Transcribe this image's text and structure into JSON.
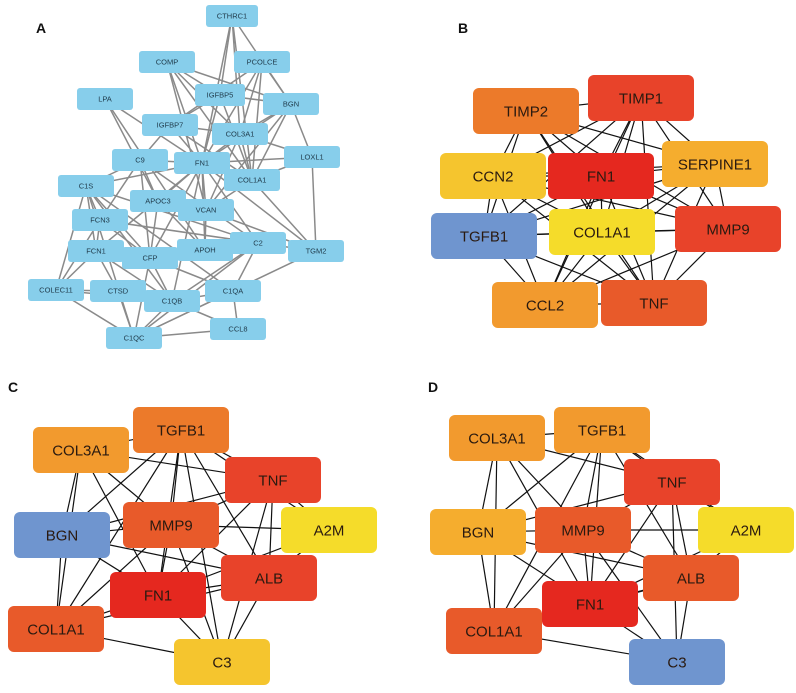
{
  "colors": {
    "panel_a_node": "#87ceeb",
    "panel_a_edge": "#8a8a8a",
    "edge_dark": "#111111",
    "rank_red": "#e5281f",
    "rank_redorange": "#e8432a",
    "rank_orangered": "#e85a2a",
    "rank_orange": "#ec7a2a",
    "rank_amber": "#f29a2e",
    "rank_lightamber": "#f5ad2e",
    "rank_gold": "#f5c52e",
    "rank_yellow": "#f5dc2a",
    "rank_blue": "#6f95cf"
  },
  "panels": [
    {
      "letter": "A",
      "nodes": [
        {
          "id": "CTHRC1",
          "label": "CTHRC1"
        },
        {
          "id": "COMP",
          "label": "COMP"
        },
        {
          "id": "PCOLCE",
          "label": "PCOLCE"
        },
        {
          "id": "LPA",
          "label": "LPA"
        },
        {
          "id": "IGFBP5",
          "label": "IGFBP5"
        },
        {
          "id": "BGN",
          "label": "BGN"
        },
        {
          "id": "IGFBP7",
          "label": "IGFBP7"
        },
        {
          "id": "COL3A1",
          "label": "COL3A1"
        },
        {
          "id": "LOXL1",
          "label": "LOXL1"
        },
        {
          "id": "C9",
          "label": "C9"
        },
        {
          "id": "FN1",
          "label": "FN1"
        },
        {
          "id": "C1S",
          "label": "C1S"
        },
        {
          "id": "COL1A1",
          "label": "COL1A1"
        },
        {
          "id": "APOC3",
          "label": "APOC3"
        },
        {
          "id": "FCN3",
          "label": "FCN3"
        },
        {
          "id": "VCAN",
          "label": "VCAN"
        },
        {
          "id": "FCN1",
          "label": "FCN1"
        },
        {
          "id": "CFP",
          "label": "CFP"
        },
        {
          "id": "APOH",
          "label": "APOH"
        },
        {
          "id": "C2",
          "label": "C2"
        },
        {
          "id": "TGM2",
          "label": "TGM2"
        },
        {
          "id": "COLEC11",
          "label": "COLEC11"
        },
        {
          "id": "CTSD",
          "label": "CTSD"
        },
        {
          "id": "C1QB",
          "label": "C1QB"
        },
        {
          "id": "C1QA",
          "label": "C1QA"
        },
        {
          "id": "C1QC",
          "label": "C1QC"
        },
        {
          "id": "CCL8",
          "label": "CCL8"
        }
      ],
      "edges": [
        [
          "CTHRC1",
          "COL3A1"
        ],
        [
          "CTHRC1",
          "COL1A1"
        ],
        [
          "CTHRC1",
          "IGFBP5"
        ],
        [
          "CTHRC1",
          "FN1"
        ],
        [
          "CTHRC1",
          "BGN"
        ],
        [
          "COMP",
          "COL3A1"
        ],
        [
          "COMP",
          "COL1A1"
        ],
        [
          "COMP",
          "FN1"
        ],
        [
          "COMP",
          "IGFBP5"
        ],
        [
          "COMP",
          "BGN"
        ],
        [
          "COMP",
          "VCAN"
        ],
        [
          "PCOLCE",
          "COL3A1"
        ],
        [
          "PCOLCE",
          "COL1A1"
        ],
        [
          "PCOLCE",
          "BGN"
        ],
        [
          "PCOLCE",
          "IGFBP7"
        ],
        [
          "PCOLCE",
          "FN1"
        ],
        [
          "LPA",
          "APOC3"
        ],
        [
          "LPA",
          "APOH"
        ],
        [
          "LPA",
          "FN1"
        ],
        [
          "IGFBP5",
          "IGFBP7"
        ],
        [
          "IGFBP5",
          "FN1"
        ],
        [
          "IGFBP5",
          "BGN"
        ],
        [
          "IGFBP5",
          "COL1A1"
        ],
        [
          "BGN",
          "COL3A1"
        ],
        [
          "BGN",
          "COL1A1"
        ],
        [
          "BGN",
          "LOXL1"
        ],
        [
          "BGN",
          "FN1"
        ],
        [
          "BGN",
          "VCAN"
        ],
        [
          "IGFBP7",
          "FN1"
        ],
        [
          "IGFBP7",
          "COL3A1"
        ],
        [
          "IGFBP7",
          "C9"
        ],
        [
          "IGFBP7",
          "COL1A1"
        ],
        [
          "COL3A1",
          "COL1A1"
        ],
        [
          "COL3A1",
          "FN1"
        ],
        [
          "COL3A1",
          "LOXL1"
        ],
        [
          "COL3A1",
          "VCAN"
        ],
        [
          "LOXL1",
          "COL1A1"
        ],
        [
          "LOXL1",
          "FN1"
        ],
        [
          "LOXL1",
          "TGM2"
        ],
        [
          "C9",
          "FN1"
        ],
        [
          "C9",
          "C1S"
        ],
        [
          "C9",
          "CFP"
        ],
        [
          "C9",
          "APOC3"
        ],
        [
          "C9",
          "C2"
        ],
        [
          "C9",
          "FCN3"
        ],
        [
          "FN1",
          "COL1A1"
        ],
        [
          "FN1",
          "APOC3"
        ],
        [
          "FN1",
          "VCAN"
        ],
        [
          "FN1",
          "APOH"
        ],
        [
          "FN1",
          "C1QB"
        ],
        [
          "FN1",
          "CFP"
        ],
        [
          "FN1",
          "TGM2"
        ],
        [
          "FN1",
          "C1S"
        ],
        [
          "FN1",
          "FCN1"
        ],
        [
          "FN1",
          "C2"
        ],
        [
          "COL1A1",
          "VCAN"
        ],
        [
          "COL1A1",
          "TGM2"
        ],
        [
          "C1S",
          "FCN3"
        ],
        [
          "C1S",
          "FCN1"
        ],
        [
          "C1S",
          "COLEC11"
        ],
        [
          "C1S",
          "C1QB"
        ],
        [
          "C1S",
          "C1QA"
        ],
        [
          "C1S",
          "C1QC"
        ],
        [
          "C1S",
          "C2"
        ],
        [
          "C1S",
          "CFP"
        ],
        [
          "APOC3",
          "APOH"
        ],
        [
          "APOC3",
          "CFP"
        ],
        [
          "APOC3",
          "VCAN"
        ],
        [
          "FCN3",
          "FCN1"
        ],
        [
          "FCN3",
          "COLEC11"
        ],
        [
          "FCN3",
          "CFP"
        ],
        [
          "FCN3",
          "C2"
        ],
        [
          "VCAN",
          "APOH"
        ],
        [
          "VCAN",
          "TGM2"
        ],
        [
          "FCN1",
          "COLEC11"
        ],
        [
          "FCN1",
          "CFP"
        ],
        [
          "FCN1",
          "CTSD"
        ],
        [
          "FCN1",
          "C1QB"
        ],
        [
          "CFP",
          "APOH"
        ],
        [
          "CFP",
          "C2"
        ],
        [
          "CFP",
          "C1QB"
        ],
        [
          "CFP",
          "C1QA"
        ],
        [
          "CFP",
          "C1QC"
        ],
        [
          "APOH",
          "C2"
        ],
        [
          "C2",
          "C1QA"
        ],
        [
          "C2",
          "C1QB"
        ],
        [
          "C2",
          "C1QC"
        ],
        [
          "C2",
          "TGM2"
        ],
        [
          "COLEC11",
          "CTSD"
        ],
        [
          "COLEC11",
          "C1QC"
        ],
        [
          "COLEC11",
          "C1QB"
        ],
        [
          "CTSD",
          "C1QB"
        ],
        [
          "CTSD",
          "C1QC"
        ],
        [
          "C1QB",
          "C1QA"
        ],
        [
          "C1QB",
          "C1QC"
        ],
        [
          "C1QB",
          "CCL8"
        ],
        [
          "C1QA",
          "C1QC"
        ],
        [
          "C1QA",
          "CCL8"
        ],
        [
          "C1QC",
          "CCL8"
        ],
        [
          "C1QC",
          "TGM2"
        ]
      ]
    },
    {
      "letter": "B",
      "nodes": [
        {
          "id": "TIMP2",
          "label": "TIMP2",
          "color": "rank_orange"
        },
        {
          "id": "TIMP1",
          "label": "TIMP1",
          "color": "rank_redorange"
        },
        {
          "id": "CCN2",
          "label": "CCN2",
          "color": "rank_gold"
        },
        {
          "id": "FN1",
          "label": "FN1",
          "color": "rank_red"
        },
        {
          "id": "SERPINE1",
          "label": "SERPINE1",
          "color": "rank_lightamber"
        },
        {
          "id": "TGFB1",
          "label": "TGFB1",
          "color": "rank_blue"
        },
        {
          "id": "COL1A1",
          "label": "COL1A1",
          "color": "rank_yellow"
        },
        {
          "id": "MMP9",
          "label": "MMP9",
          "color": "rank_redorange"
        },
        {
          "id": "CCL2",
          "label": "CCL2",
          "color": "rank_amber"
        },
        {
          "id": "TNF",
          "label": "TNF",
          "color": "rank_orangered"
        }
      ],
      "edges": [
        [
          "TIMP2",
          "TIMP1"
        ],
        [
          "TIMP2",
          "FN1"
        ],
        [
          "TIMP2",
          "CCN2"
        ],
        [
          "TIMP2",
          "SERPINE1"
        ],
        [
          "TIMP2",
          "COL1A1"
        ],
        [
          "TIMP2",
          "MMP9"
        ],
        [
          "TIMP2",
          "TGFB1"
        ],
        [
          "TIMP2",
          "TNF"
        ],
        [
          "TIMP1",
          "FN1"
        ],
        [
          "TIMP1",
          "CCN2"
        ],
        [
          "TIMP1",
          "SERPINE1"
        ],
        [
          "TIMP1",
          "COL1A1"
        ],
        [
          "TIMP1",
          "MMP9"
        ],
        [
          "TIMP1",
          "TGFB1"
        ],
        [
          "TIMP1",
          "TNF"
        ],
        [
          "TIMP1",
          "CCL2"
        ],
        [
          "CCN2",
          "FN1"
        ],
        [
          "CCN2",
          "TGFB1"
        ],
        [
          "CCN2",
          "COL1A1"
        ],
        [
          "CCN2",
          "SERPINE1"
        ],
        [
          "CCN2",
          "CCL2"
        ],
        [
          "CCN2",
          "TNF"
        ],
        [
          "CCN2",
          "MMP9"
        ],
        [
          "FN1",
          "SERPINE1"
        ],
        [
          "FN1",
          "TGFB1"
        ],
        [
          "FN1",
          "COL1A1"
        ],
        [
          "FN1",
          "MMP9"
        ],
        [
          "FN1",
          "CCL2"
        ],
        [
          "FN1",
          "TNF"
        ],
        [
          "SERPINE1",
          "COL1A1"
        ],
        [
          "SERPINE1",
          "MMP9"
        ],
        [
          "SERPINE1",
          "TGFB1"
        ],
        [
          "SERPINE1",
          "TNF"
        ],
        [
          "SERPINE1",
          "CCL2"
        ],
        [
          "TGFB1",
          "COL1A1"
        ],
        [
          "TGFB1",
          "MMP9"
        ],
        [
          "TGFB1",
          "CCL2"
        ],
        [
          "TGFB1",
          "TNF"
        ],
        [
          "COL1A1",
          "MMP9"
        ],
        [
          "COL1A1",
          "CCL2"
        ],
        [
          "COL1A1",
          "TNF"
        ],
        [
          "MMP9",
          "CCL2"
        ],
        [
          "MMP9",
          "TNF"
        ],
        [
          "CCL2",
          "TNF"
        ]
      ]
    },
    {
      "letter": "C",
      "nodes": [
        {
          "id": "TGFB1",
          "label": "TGFB1",
          "color": "rank_orange"
        },
        {
          "id": "COL3A1",
          "label": "COL3A1",
          "color": "rank_amber"
        },
        {
          "id": "TNF",
          "label": "TNF",
          "color": "rank_redorange"
        },
        {
          "id": "BGN",
          "label": "BGN",
          "color": "rank_blue"
        },
        {
          "id": "MMP9",
          "label": "MMP9",
          "color": "rank_orangered"
        },
        {
          "id": "A2M",
          "label": "A2M",
          "color": "rank_yellow"
        },
        {
          "id": "ALB",
          "label": "ALB",
          "color": "rank_redorange"
        },
        {
          "id": "FN1",
          "label": "FN1",
          "color": "rank_red"
        },
        {
          "id": "COL1A1",
          "label": "COL1A1",
          "color": "rank_orangered"
        },
        {
          "id": "C3",
          "label": "C3",
          "color": "rank_gold"
        }
      ],
      "edges": [
        [
          "TGFB1",
          "COL3A1"
        ],
        [
          "TGFB1",
          "TNF"
        ],
        [
          "TGFB1",
          "MMP9"
        ],
        [
          "TGFB1",
          "FN1"
        ],
        [
          "TGFB1",
          "ALB"
        ],
        [
          "TGFB1",
          "BGN"
        ],
        [
          "TGFB1",
          "COL1A1"
        ],
        [
          "TGFB1",
          "A2M"
        ],
        [
          "TGFB1",
          "C3"
        ],
        [
          "COL3A1",
          "MMP9"
        ],
        [
          "COL3A1",
          "FN1"
        ],
        [
          "COL3A1",
          "BGN"
        ],
        [
          "COL3A1",
          "COL1A1"
        ],
        [
          "COL3A1",
          "TNF"
        ],
        [
          "TNF",
          "MMP9"
        ],
        [
          "TNF",
          "ALB"
        ],
        [
          "TNF",
          "A2M"
        ],
        [
          "TNF",
          "FN1"
        ],
        [
          "TNF",
          "C3"
        ],
        [
          "TNF",
          "BGN"
        ],
        [
          "BGN",
          "MMP9"
        ],
        [
          "BGN",
          "FN1"
        ],
        [
          "BGN",
          "COL1A1"
        ],
        [
          "BGN",
          "ALB"
        ],
        [
          "MMP9",
          "ALB"
        ],
        [
          "MMP9",
          "A2M"
        ],
        [
          "MMP9",
          "FN1"
        ],
        [
          "MMP9",
          "COL1A1"
        ],
        [
          "MMP9",
          "C3"
        ],
        [
          "A2M",
          "ALB"
        ],
        [
          "A2M",
          "FN1"
        ],
        [
          "ALB",
          "FN1"
        ],
        [
          "ALB",
          "C3"
        ],
        [
          "ALB",
          "COL1A1"
        ],
        [
          "FN1",
          "COL1A1"
        ],
        [
          "FN1",
          "C3"
        ],
        [
          "COL1A1",
          "C3"
        ]
      ]
    },
    {
      "letter": "D",
      "nodes": [
        {
          "id": "TGFB1",
          "label": "TGFB1",
          "color": "rank_amber"
        },
        {
          "id": "COL3A1",
          "label": "COL3A1",
          "color": "rank_amber"
        },
        {
          "id": "TNF",
          "label": "TNF",
          "color": "rank_redorange"
        },
        {
          "id": "BGN",
          "label": "BGN",
          "color": "rank_lightamber"
        },
        {
          "id": "MMP9",
          "label": "MMP9",
          "color": "rank_orangered"
        },
        {
          "id": "A2M",
          "label": "A2M",
          "color": "rank_yellow"
        },
        {
          "id": "ALB",
          "label": "ALB",
          "color": "rank_orangered"
        },
        {
          "id": "FN1",
          "label": "FN1",
          "color": "rank_red"
        },
        {
          "id": "COL1A1",
          "label": "COL1A1",
          "color": "rank_orangered"
        },
        {
          "id": "C3",
          "label": "C3",
          "color": "rank_blue"
        }
      ],
      "edges": [
        [
          "TGFB1",
          "COL3A1"
        ],
        [
          "TGFB1",
          "TNF"
        ],
        [
          "TGFB1",
          "MMP9"
        ],
        [
          "TGFB1",
          "FN1"
        ],
        [
          "TGFB1",
          "ALB"
        ],
        [
          "TGFB1",
          "BGN"
        ],
        [
          "TGFB1",
          "COL1A1"
        ],
        [
          "TGFB1",
          "A2M"
        ],
        [
          "COL3A1",
          "MMP9"
        ],
        [
          "COL3A1",
          "FN1"
        ],
        [
          "COL3A1",
          "BGN"
        ],
        [
          "COL3A1",
          "COL1A1"
        ],
        [
          "COL3A1",
          "TNF"
        ],
        [
          "TNF",
          "MMP9"
        ],
        [
          "TNF",
          "ALB"
        ],
        [
          "TNF",
          "A2M"
        ],
        [
          "TNF",
          "FN1"
        ],
        [
          "TNF",
          "C3"
        ],
        [
          "TNF",
          "BGN"
        ],
        [
          "BGN",
          "MMP9"
        ],
        [
          "BGN",
          "FN1"
        ],
        [
          "BGN",
          "COL1A1"
        ],
        [
          "BGN",
          "ALB"
        ],
        [
          "MMP9",
          "ALB"
        ],
        [
          "MMP9",
          "A2M"
        ],
        [
          "MMP9",
          "FN1"
        ],
        [
          "MMP9",
          "COL1A1"
        ],
        [
          "MMP9",
          "C3"
        ],
        [
          "A2M",
          "ALB"
        ],
        [
          "A2M",
          "FN1"
        ],
        [
          "ALB",
          "FN1"
        ],
        [
          "ALB",
          "C3"
        ],
        [
          "ALB",
          "COL1A1"
        ],
        [
          "FN1",
          "COL1A1"
        ],
        [
          "FN1",
          "C3"
        ],
        [
          "COL1A1",
          "C3"
        ]
      ]
    }
  ]
}
